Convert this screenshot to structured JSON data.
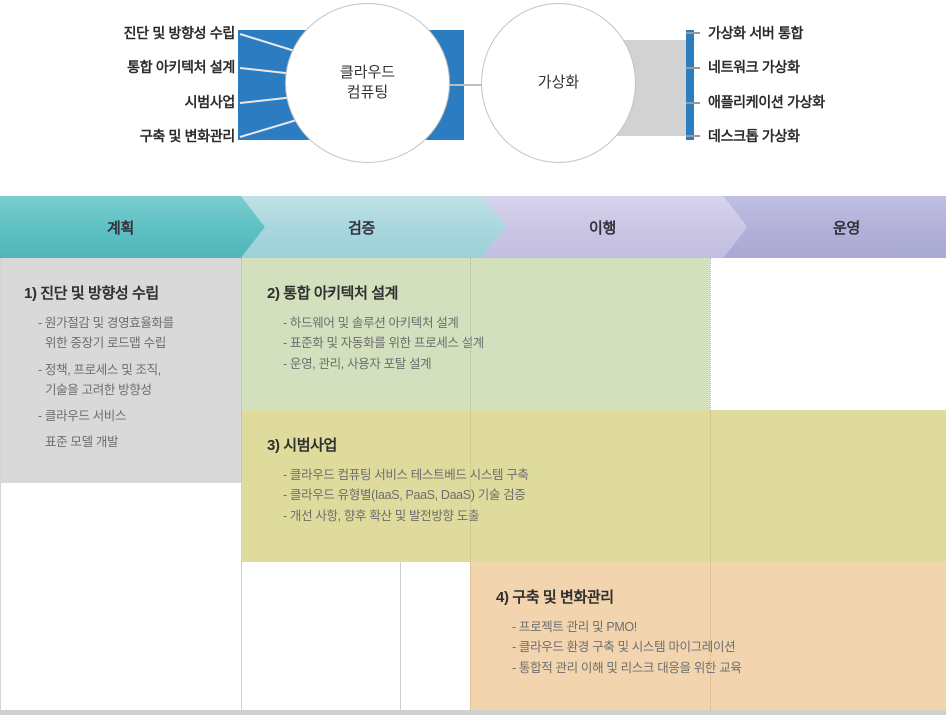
{
  "diagram": {
    "left_labels": [
      "진단 및 방향성 수립",
      "통합 아키텍처 설계",
      "시범사업",
      "구축 및 변화관리"
    ],
    "circles": [
      {
        "line1": "클라우드",
        "line2": "컴퓨팅"
      },
      {
        "line1": "가상화",
        "line2": ""
      }
    ],
    "right_labels": [
      "가상화 서버 통합",
      "네트워크 가상화",
      "애플리케이션 가상화",
      "데스크톱 가상화"
    ],
    "colors": {
      "blue": "#2b7cc0",
      "gray": "#d2d2d2",
      "circle_stroke": "#c4c4c4"
    }
  },
  "phases": [
    {
      "label": "계획",
      "color": "#6fc9cb"
    },
    {
      "label": "검증",
      "color": "#abd8de"
    },
    {
      "label": "이행",
      "color": "#ccc9e6"
    },
    {
      "label": "운영",
      "color": "#b3b2da"
    }
  ],
  "blocks": [
    {
      "title": "1) 진단 및 방향성 수립",
      "color": "#d9d9d9",
      "items": [
        {
          "text": "- 원가절감 및 경영효율화를",
          "cont": false
        },
        {
          "text": "위한 중장기 로드맵 수립",
          "cont": true
        },
        {
          "text": "- 정책, 프로세스 및 조직,",
          "cont": false
        },
        {
          "text": "기술을 고려한 방향성",
          "cont": true
        },
        {
          "text": "- 클라우드 서비스",
          "cont": false
        },
        {
          "text": "표준 모델 개발",
          "cont": true
        }
      ]
    },
    {
      "title": "2) 통합 아키텍처 설계",
      "color": "#d3e0bd",
      "items": [
        {
          "text": "- 하드웨어 및 솔루션 아키텍처 설계",
          "cont": false
        },
        {
          "text": "- 표준화 및 자동화를 위한 프로세스 설계",
          "cont": false
        },
        {
          "text": "- 운영, 관리, 사용자 포탈 설계",
          "cont": false
        }
      ]
    },
    {
      "title": "3) 시범사업",
      "color": "#dedb9c",
      "items": [
        {
          "text": "- 클라우드 컴퓨팅 서비스 테스트베드 시스템 구축",
          "cont": false
        },
        {
          "text": "- 클라우드 유형별(IaaS, PaaS, DaaS) 기술 검증",
          "cont": false
        },
        {
          "text": "- 개선 사항, 향후 확산 및 발전방향 도출",
          "cont": false
        }
      ]
    },
    {
      "title": "4) 구축 및 변화관리",
      "color": "#f2d5ae",
      "items": [
        {
          "text": "- 프로젝트 관리 및 PMO!",
          "cont": false
        },
        {
          "text": "- 클라우드 환경 구축 및 시스템 마이그레이션",
          "cont": false
        },
        {
          "text": "- 통합적 관리 이해 및 리스크 대응을 위한 교육",
          "cont": false
        }
      ]
    }
  ]
}
